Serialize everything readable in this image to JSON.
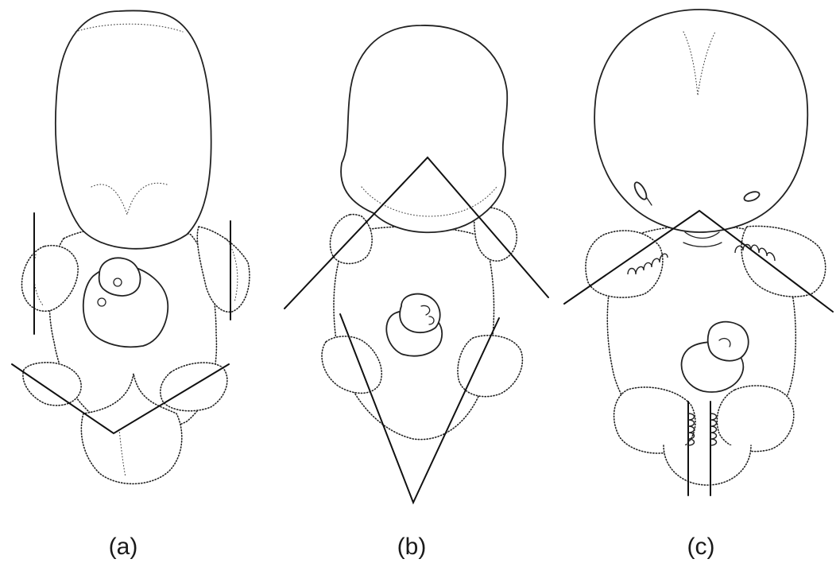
{
  "figure": {
    "panels": [
      {
        "id": "a",
        "label": "(a)"
      },
      {
        "id": "b",
        "label": "(b)"
      },
      {
        "id": "c",
        "label": "(c)"
      }
    ]
  }
}
